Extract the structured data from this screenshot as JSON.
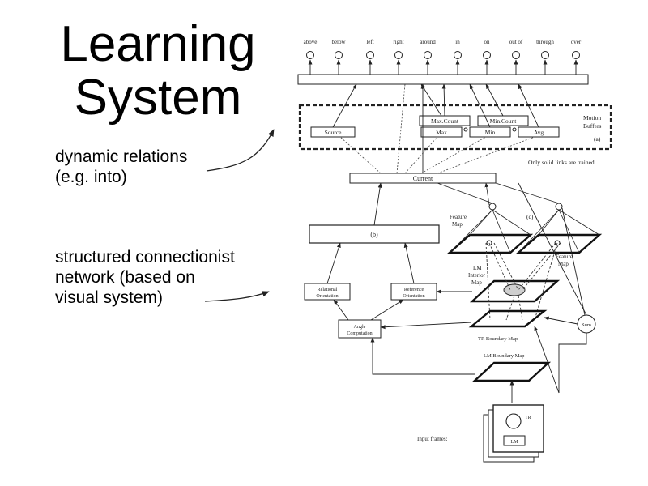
{
  "slide": {
    "title_line1": "Learning",
    "title_line2": "System",
    "note1_line1": "dynamic relations",
    "note1_line2": "(e.g. into)",
    "note2_line1": "structured connectionist",
    "note2_line2": "network (based on",
    "note2_line3": "visual system)"
  },
  "diagram": {
    "outputs": [
      "above",
      "below",
      "left",
      "right",
      "around",
      "in",
      "on",
      "out of",
      "through",
      "over"
    ],
    "buffers": {
      "source": "Source",
      "maxcount": "Max.Count",
      "mincount": "Min.Count",
      "max": "Max",
      "min": "Min",
      "avg": "Avg",
      "title_line1": "Motion",
      "title_line2": "Buffers",
      "tag": "(a)"
    },
    "trained_note": "Only solid links are trained.",
    "current": "Current",
    "label_b": "(b)",
    "label_c": "(c)",
    "feature_map_left_1": "Feature",
    "feature_map_left_2": "Map",
    "feature_map_right_1": "Feature",
    "feature_map_right_2": "Map",
    "lm_interior_1": "LM",
    "lm_interior_2": "Interior",
    "lm_interior_3": "Map",
    "relational_1": "Relational",
    "relational_2": "Orientation",
    "reference_1": "Reference",
    "reference_2": "Orientation",
    "angle_1": "Angle",
    "angle_2": "Computation",
    "sum": "Sum",
    "tr_boundary": "TR Boundary Map",
    "lm_boundary": "LM Boundary Map",
    "frame_tr": "TR",
    "frame_lm": "LM",
    "input_frames": "Input frames:"
  }
}
